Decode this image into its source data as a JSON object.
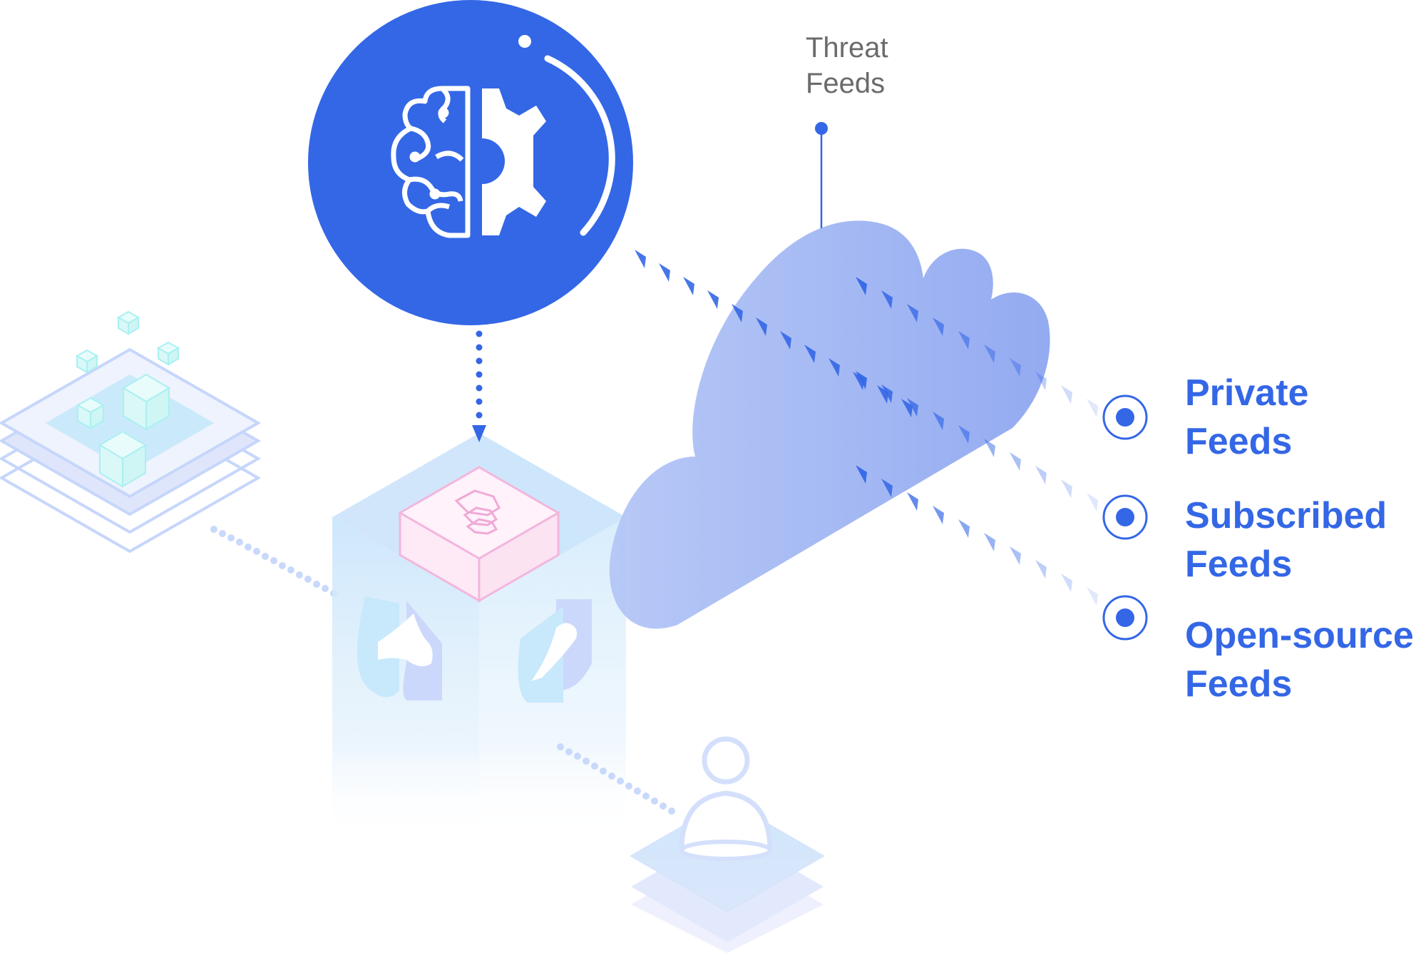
{
  "threat_feeds_label": {
    "line1": "Threat",
    "line2": "Feeds"
  },
  "feeds": [
    {
      "line1": "Private",
      "line2": "Feeds"
    },
    {
      "line1": "Subscribed",
      "line2": "Feeds"
    },
    {
      "line1": "Open-source",
      "line2": "Feeds"
    }
  ],
  "colors": {
    "accent": "#3467e6",
    "cloud": "#8aa4f2",
    "tower": "#cfe8fb",
    "layers": "#b9d4fb",
    "pink": "#f3b6dd",
    "label_gray": "#6b6b6b"
  },
  "icons": {
    "brain": "brain-gear-icon",
    "cloud": "cloud-icon",
    "user": "user-icon",
    "shield": "shield-icon",
    "cube": "cube-icon"
  }
}
